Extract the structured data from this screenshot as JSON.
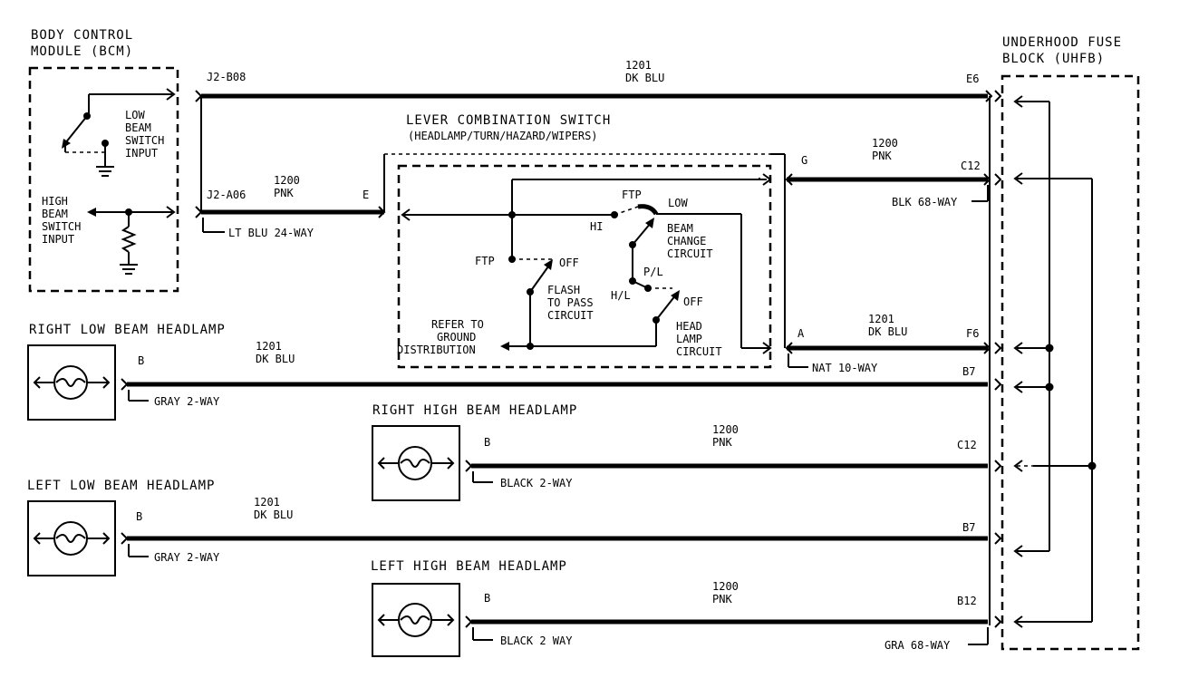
{
  "bcm": {
    "title_line1": "BODY CONTROL",
    "title_line2": "MODULE (BCM)",
    "low_beam_input": [
      "LOW",
      "BEAM",
      "SWITCH",
      "INPUT"
    ],
    "high_beam_input": [
      "HIGH",
      "BEAM",
      "SWITCH",
      "INPUT"
    ],
    "pin_top": "J2-B08",
    "pin_mid": "J2-A06",
    "connector_label": "LT BLU 24-WAY"
  },
  "uhfb": {
    "title_line1": "UNDERHOOD FUSE",
    "title_line2": "BLOCK (UHFB)",
    "pin_e6": "E6",
    "pin_c12_top": "C12",
    "pin_f6": "F6",
    "pin_b7_top": "B7",
    "pin_c12_mid": "C12",
    "pin_b7_low": "B7",
    "pin_b12": "B12",
    "conn_blk": "BLK 68-WAY",
    "conn_nat": "NAT 10-WAY",
    "conn_gra": "GRA 68-WAY"
  },
  "lever_switch": {
    "title": "LEVER COMBINATION SWITCH",
    "subtitle": "(HEADLAMP/TURN/HAZARD/WIPERS)",
    "pin_e": "E",
    "pin_g": "G",
    "pin_a": "A",
    "hi": "HI",
    "low": "LOW",
    "ftp_top": "FTP",
    "beam_change": [
      "BEAM",
      "CHANGE",
      "CIRCUIT"
    ],
    "ftp_left": "FTP",
    "off_1": "OFF",
    "flash_to_pass": [
      "FLASH",
      "TO PASS",
      "CIRCUIT"
    ],
    "hl": "H/L",
    "pl": "P/L",
    "off_2": "OFF",
    "head_lamp": [
      "HEAD",
      "LAMP",
      "CIRCUIT"
    ],
    "refer_ground": [
      "REFER TO",
      "GROUND",
      "DISTRIBUTION"
    ]
  },
  "wires": {
    "top_circuit": "1201",
    "top_color": "DK BLU",
    "bcm_circuit": "1200",
    "bcm_color": "PNK",
    "g_circuit": "1200",
    "g_color": "PNK",
    "a_circuit": "1201",
    "a_color": "DK BLU"
  },
  "headlamps": {
    "right_low": {
      "title": "RIGHT LOW BEAM HEADLAMP",
      "pin": "B",
      "circuit": "1201",
      "color": "DK BLU",
      "connector": "GRAY 2-WAY"
    },
    "right_high": {
      "title": "RIGHT HIGH BEAM HEADLAMP",
      "pin": "B",
      "circuit": "1200",
      "color": "PNK",
      "connector": "BLACK 2-WAY"
    },
    "left_low": {
      "title": "LEFT LOW BEAM HEADLAMP",
      "pin": "B",
      "circuit": "1201",
      "color": "DK BLU",
      "connector": "GRAY 2-WAY"
    },
    "left_high": {
      "title": "LEFT HIGH BEAM HEADLAMP",
      "pin": "B",
      "circuit": "1200",
      "color": "PNK",
      "connector": "BLACK 2 WAY"
    }
  }
}
